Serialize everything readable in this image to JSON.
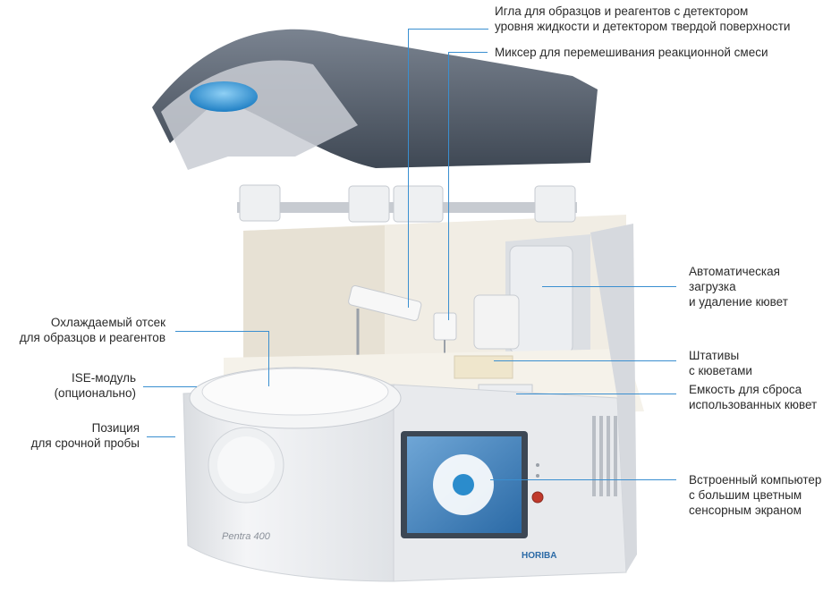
{
  "device": {
    "brand": "HORIBA",
    "model_logo": "Pentra 400",
    "colors": {
      "shell": "#e9ebee",
      "lid": "#5c6673",
      "accent": "#2b8ccc",
      "leader": "#3a8fd0",
      "deck": "#f1ede4"
    }
  },
  "callouts": {
    "probe": "Игла для образцов и реагентов с детектором\nуровня жидкости и детектором твердой поверхности",
    "mixer": "Миксер для перемешивания реакционной смеси",
    "cuvette_loader": "Автоматическая\nзагрузка\nи удаление кювет",
    "cooled_compartment": "Охлаждаемый отсек\nдля образцов и реагентов",
    "racks": "Штативы\nс кюветами",
    "ise_module": "ISE-модуль\n(опционально)",
    "waste": "Емкость для сброса\nиспользованных кювет",
    "stat_position": "Позиция\nдля срочной пробы",
    "computer": "Встроенный компьютер\nс большим цветным\nсенсорным экраном"
  }
}
